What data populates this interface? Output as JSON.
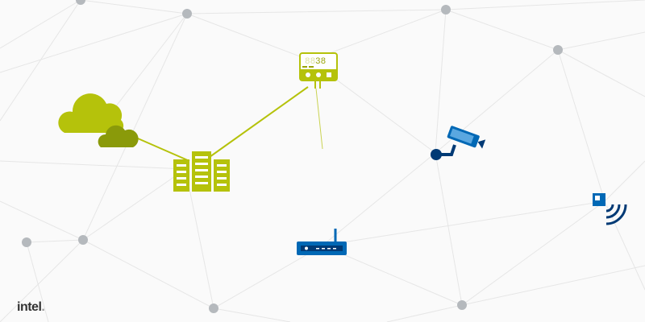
{
  "brand": {
    "logo_text": "intel",
    "logo_dot": "."
  },
  "sensor": {
    "display_dim": "88",
    "display_lit": "38"
  },
  "colors": {
    "green": "#b5c20b",
    "dark_green": "#8a9a0a",
    "blue": "#0068b5",
    "navy": "#003a75",
    "node": "#b5b9bd",
    "mesh": "#e4e4e4"
  },
  "icons": [
    "cloud-icon",
    "server-rack-icon",
    "sensor-controller-icon",
    "router-icon",
    "security-camera-icon",
    "wireless-sensor-icon"
  ]
}
